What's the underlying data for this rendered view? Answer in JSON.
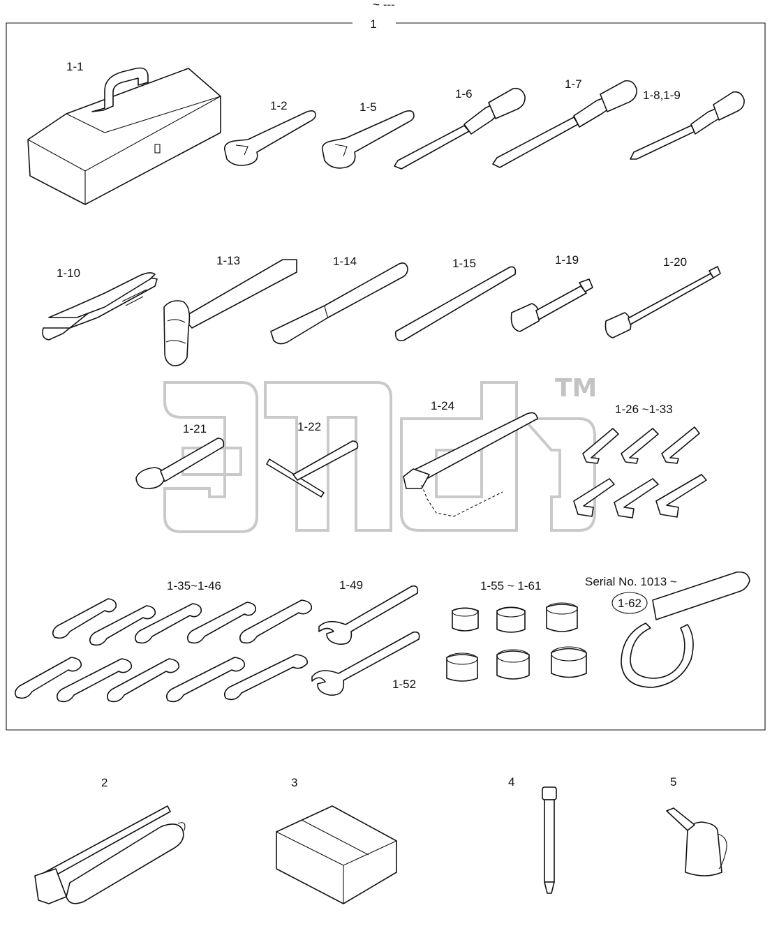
{
  "header_mark": "~ ---",
  "group_label": "1",
  "watermark": {
    "trademark": "TM"
  },
  "kit_items": [
    {
      "label": "1-1",
      "name": "tool-box"
    },
    {
      "label": "1-2",
      "name": "adjustable-wrench-small"
    },
    {
      "label": "1-5",
      "name": "adjustable-wrench"
    },
    {
      "label": "1-6",
      "name": "flat-screwdriver"
    },
    {
      "label": "1-7",
      "name": "flat-screwdriver-long"
    },
    {
      "label": "1-8,1-9",
      "name": "phillips-screwdriver"
    },
    {
      "label": "1-10",
      "name": "pliers"
    },
    {
      "label": "1-13",
      "name": "hammer"
    },
    {
      "label": "1-14",
      "name": "bar"
    },
    {
      "label": "1-15",
      "name": "rod"
    },
    {
      "label": "1-19",
      "name": "socket-extension-short"
    },
    {
      "label": "1-20",
      "name": "socket-extension-long"
    },
    {
      "label": "1-21",
      "name": "ratchet-handle"
    },
    {
      "label": "1-22",
      "name": "t-handle-wrench"
    },
    {
      "label": "1-24",
      "name": "chain-wrench"
    },
    {
      "label": "1-26 ~1-33",
      "name": "hex-keys"
    },
    {
      "label": "1-35~1-46",
      "name": "open-end-wrenches"
    },
    {
      "label": "1-49",
      "name": "single-end-wrench"
    },
    {
      "label": "1-52",
      "name": "single-end-wrench-large"
    },
    {
      "label": "1-55 ~ 1-61",
      "name": "spline-sockets"
    },
    {
      "label": "Serial No. 1013 ~",
      "name": "serial-note"
    },
    {
      "label": "1-62",
      "name": "filter-strap-wrench"
    }
  ],
  "other_items": [
    {
      "label": "2",
      "name": "grease-gun"
    },
    {
      "label": "3",
      "name": "box"
    },
    {
      "label": "4",
      "name": "grease-nozzle"
    },
    {
      "label": "5",
      "name": "oil-can"
    }
  ]
}
